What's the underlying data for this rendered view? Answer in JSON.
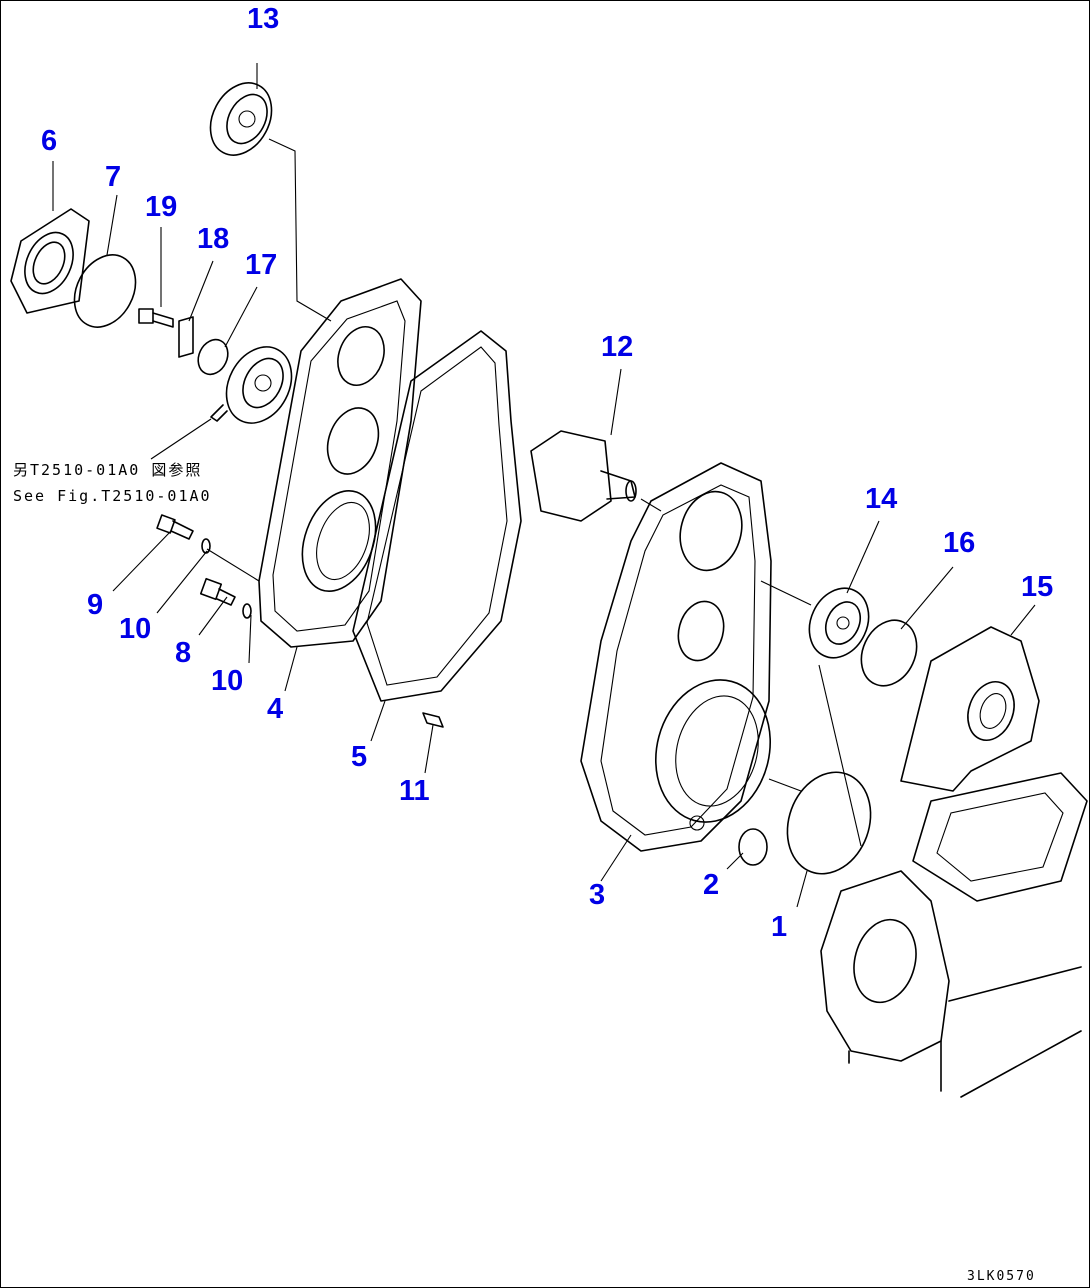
{
  "colors": {
    "callout": "#0000e6",
    "line": "#000000"
  },
  "callouts": [
    {
      "id": "c1",
      "label": "1"
    },
    {
      "id": "c2",
      "label": "2"
    },
    {
      "id": "c3",
      "label": "3"
    },
    {
      "id": "c4",
      "label": "4"
    },
    {
      "id": "c5",
      "label": "5"
    },
    {
      "id": "c6",
      "label": "6"
    },
    {
      "id": "c7",
      "label": "7"
    },
    {
      "id": "c8",
      "label": "8"
    },
    {
      "id": "c9",
      "label": "9"
    },
    {
      "id": "c10a",
      "label": "10"
    },
    {
      "id": "c10b",
      "label": "10"
    },
    {
      "id": "c11",
      "label": "11"
    },
    {
      "id": "c12",
      "label": "12"
    },
    {
      "id": "c13",
      "label": "13"
    },
    {
      "id": "c14",
      "label": "14"
    },
    {
      "id": "c15",
      "label": "15"
    },
    {
      "id": "c16",
      "label": "16"
    },
    {
      "id": "c17",
      "label": "17"
    },
    {
      "id": "c18",
      "label": "18"
    },
    {
      "id": "c19",
      "label": "19"
    }
  ],
  "reference_note": {
    "line1": "另T2510-01A0 図参照",
    "line2": "See Fig.T2510-01A0"
  },
  "drawing_code": "3LK0570"
}
